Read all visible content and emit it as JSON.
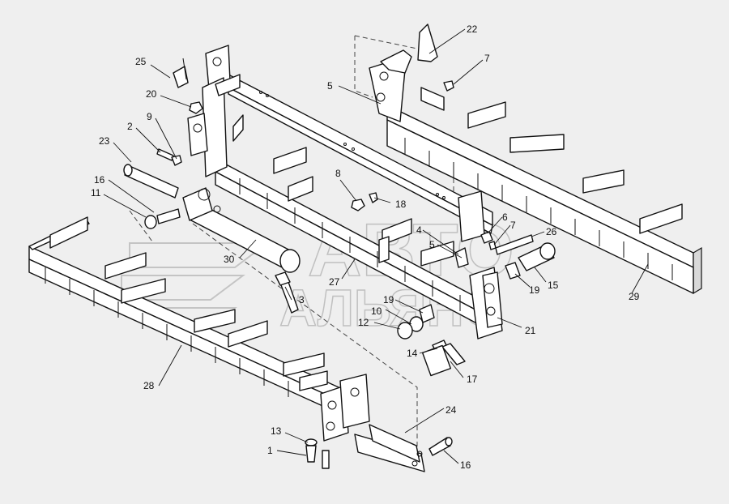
{
  "watermark": {
    "line1": "АВТО",
    "line2": "АЛЬЯНС"
  },
  "callouts": [
    {
      "label": "25",
      "key": "c25"
    },
    {
      "label": "20",
      "key": "c20"
    },
    {
      "label": "9",
      "key": "c9"
    },
    {
      "label": "2",
      "key": "c2"
    },
    {
      "label": "23",
      "key": "c23"
    },
    {
      "label": "16",
      "key": "c16a"
    },
    {
      "label": "11",
      "key": "c11"
    },
    {
      "label": "30",
      "key": "c30"
    },
    {
      "label": "3",
      "key": "c3"
    },
    {
      "label": "27",
      "key": "c27"
    },
    {
      "label": "8",
      "key": "c8"
    },
    {
      "label": "18",
      "key": "c18"
    },
    {
      "label": "4",
      "key": "c4"
    },
    {
      "label": "5",
      "key": "c5b"
    },
    {
      "label": "6",
      "key": "c6"
    },
    {
      "label": "7",
      "key": "c7b"
    },
    {
      "label": "26",
      "key": "c26"
    },
    {
      "label": "19",
      "key": "c19a"
    },
    {
      "label": "15",
      "key": "c15"
    },
    {
      "label": "19",
      "key": "c19b"
    },
    {
      "label": "10",
      "key": "c10"
    },
    {
      "label": "12",
      "key": "c12"
    },
    {
      "label": "21",
      "key": "c21"
    },
    {
      "label": "14",
      "key": "c14"
    },
    {
      "label": "17",
      "key": "c17"
    },
    {
      "label": "22",
      "key": "c22"
    },
    {
      "label": "7",
      "key": "c7a"
    },
    {
      "label": "5",
      "key": "c5a"
    },
    {
      "label": "29",
      "key": "c29"
    },
    {
      "label": "28",
      "key": "c28"
    },
    {
      "label": "24",
      "key": "c24"
    },
    {
      "label": "16",
      "key": "c16b"
    },
    {
      "label": "13",
      "key": "c13"
    },
    {
      "label": "1",
      "key": "c1"
    }
  ]
}
